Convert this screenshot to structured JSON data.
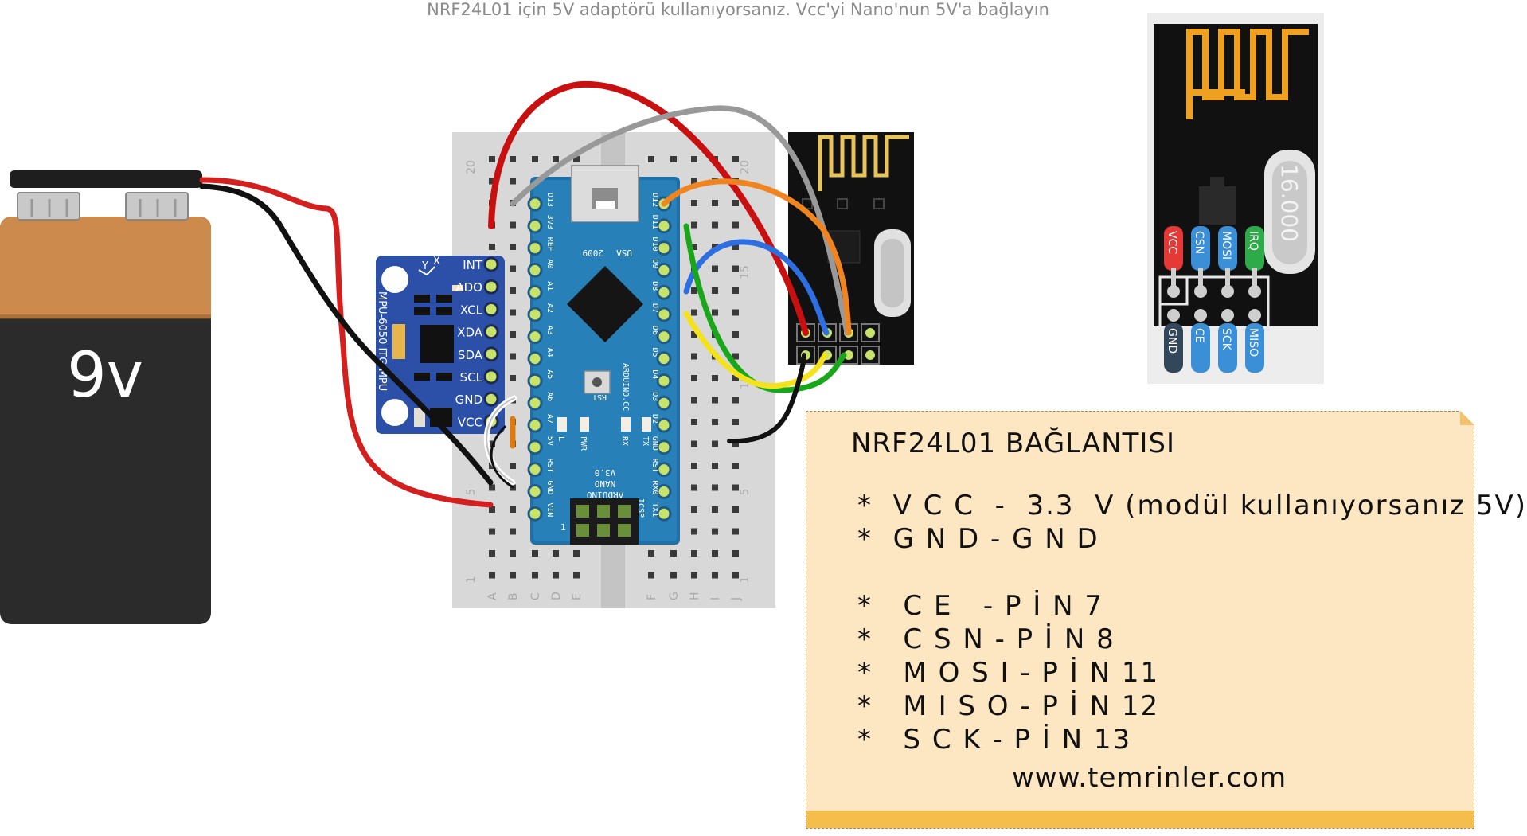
{
  "caption": "NRF24L01 için 5V adaptörü kullanıyorsanız. Vcc'yi Nano'nun 5V'a bağlayın",
  "battery": {
    "label": "9v"
  },
  "mpu": {
    "title": "MPU-6050 ITG/MPU",
    "axis_x": "X",
    "axis_y": "Y",
    "pins": [
      "INT",
      "ADO",
      "XCL",
      "XDA",
      "SDA",
      "SCL",
      "GND",
      "VCC"
    ]
  },
  "nano": {
    "left_pins": [
      "D13",
      "3V3",
      "REF",
      "A0",
      "A1",
      "A2",
      "A3",
      "A4",
      "A5",
      "A6",
      "A7",
      "5V",
      "RST",
      "GND",
      "VIN"
    ],
    "right_pins": [
      "D12",
      "D11",
      "D10",
      "D9",
      "D8",
      "D7",
      "D6",
      "D5",
      "D4",
      "D3",
      "D2",
      "GND",
      "RST",
      "RX0",
      "TX1"
    ],
    "usa": "USA",
    "year": "2009",
    "rst": "RST",
    "site": "ARDUINO.CC",
    "name1": "ARDUINO",
    "name2": "NANO",
    "version": "V3.0",
    "leds": [
      "L",
      "PWR",
      "RX",
      "TX"
    ],
    "icsp": "ICSP",
    "one": "1"
  },
  "breadboard": {
    "columns": [
      "A",
      "B",
      "C",
      "D",
      "E",
      "F",
      "G",
      "H",
      "I",
      "J"
    ],
    "row_numbers": [
      "20",
      "15",
      "10",
      "5",
      "1"
    ]
  },
  "module": {
    "crystal": "16.000",
    "top_pins": [
      "VCC",
      "CSN",
      "MOSI",
      "IRQ"
    ],
    "bottom_pins": [
      "GND",
      "CE",
      "SCK",
      "MISO"
    ],
    "colors": {
      "VCC": "#e53935",
      "CSN": "#3a8fd6",
      "MOSI": "#3a8fd6",
      "IRQ": "#2eaa4a",
      "GND": "#33475b",
      "CE": "#3a8fd6",
      "SCK": "#3a8fd6",
      "MISO": "#3a8fd6"
    }
  },
  "note": {
    "title": "NRF24L01 BAĞLANTISI",
    "lines": [
      "*  V C C  -  3.3  V (modül kullanıyorsanız 5V)",
      "*  G N D - G N D",
      "",
      "*   C E   - P İ N 7",
      "*   C S N - P İ N 8",
      "*   M O S I - P İ N 11",
      "*   M I S O - P İ N 12",
      "*   S C K - P İ N 13"
    ],
    "url": "www.temrinler.com"
  }
}
